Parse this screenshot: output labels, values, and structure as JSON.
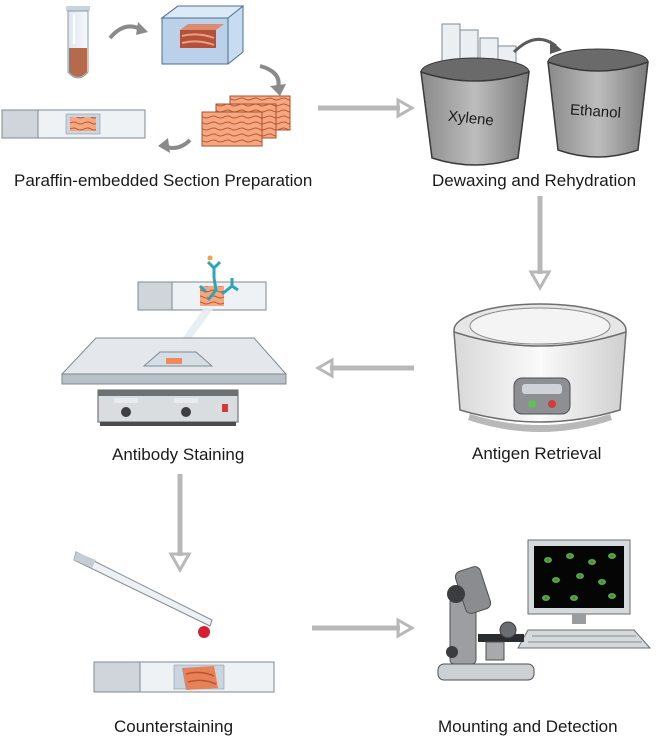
{
  "steps": [
    {
      "label": "Paraffin-embedded Section Preparation"
    },
    {
      "label": "Dewaxing and Rehydration"
    },
    {
      "label": "Antigen Retrieval"
    },
    {
      "label": "Antibody Staining"
    },
    {
      "label": "Counterstaining"
    },
    {
      "label": "Mounting and Detection"
    }
  ],
  "reagents": {
    "xylene": "Xylene",
    "ethanol": "Ethanol"
  },
  "icons": {
    "tube": "test-tube-icon",
    "embedding_box": "embedding-cassette-icon",
    "sections": "tissue-sections-icon",
    "slide": "microscope-slide-icon",
    "buckets": "reagent-bucket-icon",
    "cooker": "pressure-cooker-icon",
    "shaker": "shaker-platform-icon",
    "antibody": "antibody-icon",
    "dropper": "pipette-icon",
    "microscope": "microscope-icon",
    "monitor": "monitor-icon",
    "keyboard": "keyboard-icon"
  },
  "colors": {
    "arrow": "#b8b8b8",
    "tissue": "#e8784d",
    "antibody": "#2fa4b8",
    "stain_drop": "#d42030",
    "cell_green": "#3fb04a",
    "cell_red": "#d43a3a"
  }
}
